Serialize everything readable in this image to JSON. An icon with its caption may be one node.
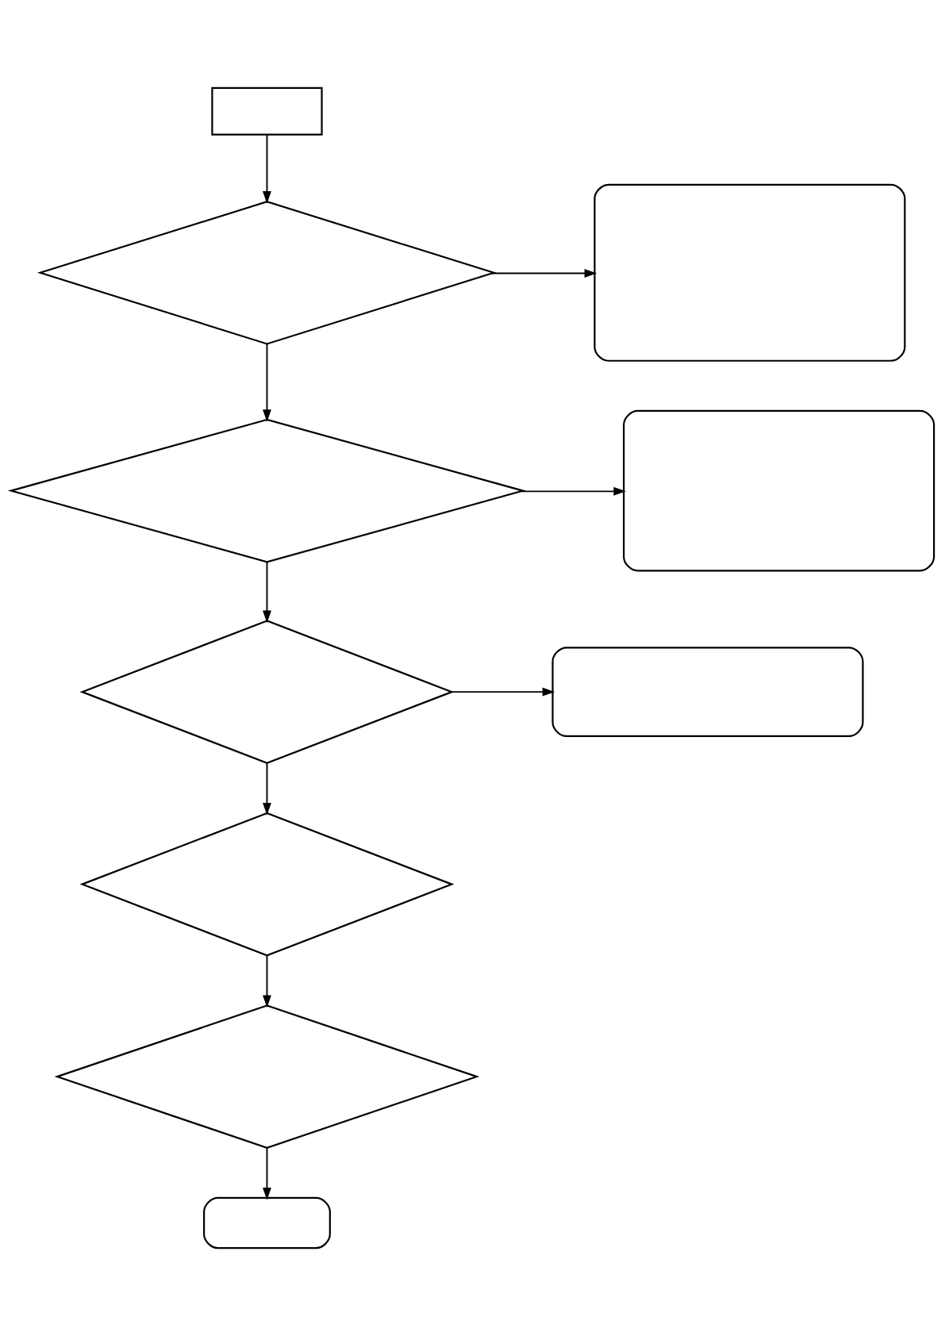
{
  "diagram": {
    "nodes": [
      {
        "text": [],
        "shape": "box"
      },
      {
        "text": [],
        "shape": "diamond"
      },
      {
        "text": [],
        "shape": "box"
      },
      {
        "text": [],
        "shape": "diamond"
      },
      {
        "text": [],
        "shape": "box"
      },
      {
        "text": [],
        "shape": "diamond"
      },
      {
        "text": [],
        "shape": "box"
      },
      {
        "text": [],
        "shape": "diamond"
      },
      {
        "text": [],
        "shape": "diamond"
      },
      {
        "text": [],
        "shape": "box"
      }
    ],
    "edges": [
      {
        "from": 0,
        "to": 1,
        "arrow": "to"
      },
      {
        "from": 1,
        "to": 2,
        "arrow": "to"
      },
      {
        "from": 1,
        "to": 3,
        "arrow": "to"
      },
      {
        "from": 3,
        "to": 4,
        "arrow": "to"
      },
      {
        "from": 3,
        "to": 5,
        "arrow": "to"
      },
      {
        "from": 5,
        "to": 6,
        "arrow": "to"
      },
      {
        "from": 5,
        "to": 7,
        "arrow": "to"
      },
      {
        "from": 7,
        "to": 8,
        "arrow": "to"
      },
      {
        "from": 8,
        "to": 9,
        "arrow": "to"
      }
    ]
  }
}
